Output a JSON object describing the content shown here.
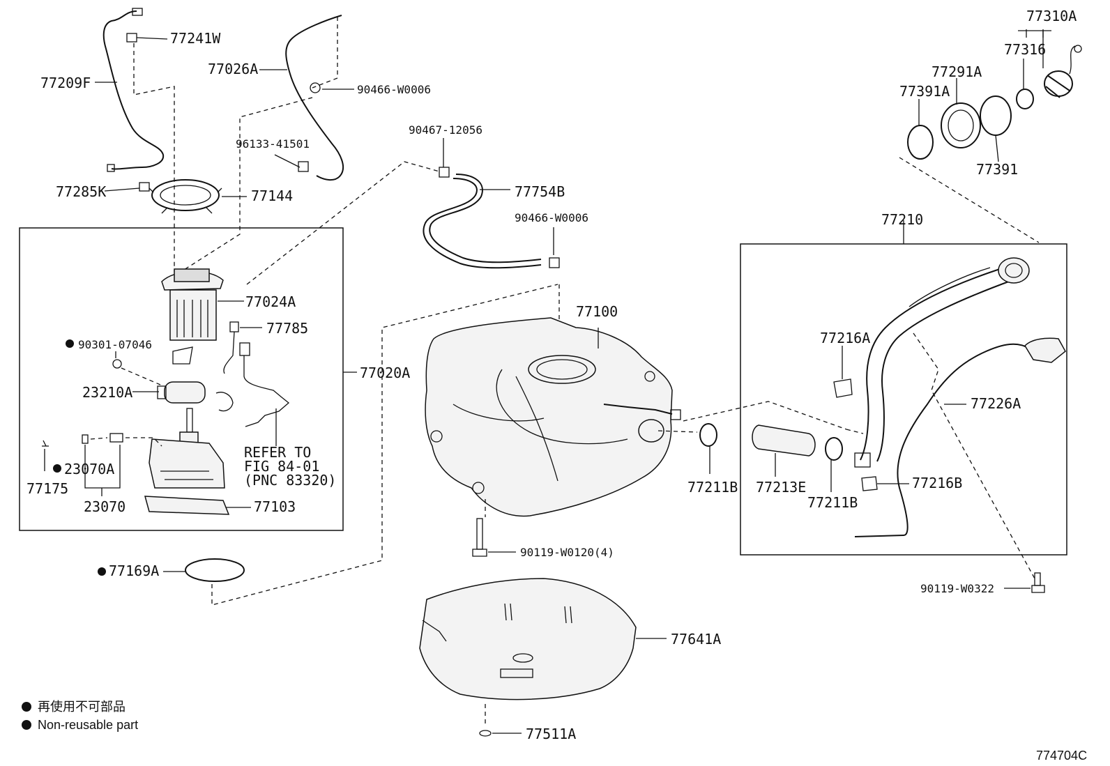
{
  "diagram_code": "774704C",
  "legend": {
    "jp": "再使用不可部品",
    "en": "Non-reusable part"
  },
  "refer_note": {
    "line1": "REFER TO",
    "line2": "FIG 84-01",
    "line3": "(PNC 83320)"
  },
  "labels": {
    "p77310A": "77310A",
    "p77316": "77316",
    "p77291A": "77291A",
    "p77391A": "77391A",
    "p77391": "77391",
    "p77241W": "77241W",
    "p77209F": "77209F",
    "p77026A": "77026A",
    "p90466_top": "90466-W0006",
    "p90467": "90467-12056",
    "p96133": "96133-41501",
    "p77285K": "77285K",
    "p77144": "77144",
    "p77754B": "77754B",
    "p90466_mid": "90466-W0006",
    "p77210": "77210",
    "p77024A": "77024A",
    "p77100": "77100",
    "p77785": "77785",
    "p90301": "90301-07046",
    "p77216A": "77216A",
    "p77020A": "77020A",
    "p23210A": "23210A",
    "p77226A": "77226A",
    "p23070A": "23070A",
    "p77175": "77175",
    "p23070": "23070",
    "p77103": "77103",
    "p77211B_a": "77211B",
    "p77213E": "77213E",
    "p77211B_b": "77211B",
    "p77216B": "77216B",
    "p90119_w0120": "90119-W0120(4)",
    "p77169A": "77169A",
    "p90119_w0322": "90119-W0322",
    "p77641A": "77641A",
    "p77511A": "77511A"
  }
}
